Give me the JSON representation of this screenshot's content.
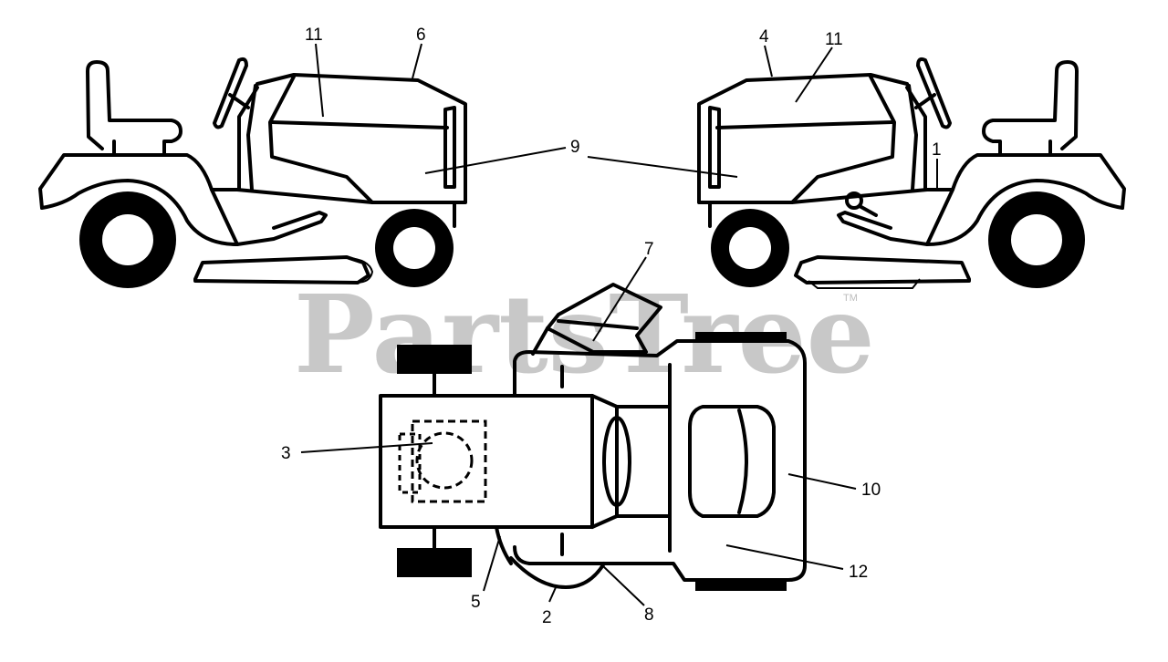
{
  "callouts": {
    "c11a": "11",
    "c6": "6",
    "c4": "4",
    "c11b": "11",
    "c9": "9",
    "c1": "1",
    "c7": "7",
    "c3": "3",
    "c10": "10",
    "c12": "12",
    "c5": "5",
    "c2": "2",
    "c8": "8"
  },
  "watermark": {
    "text": "PartsTree",
    "trademark": "TM",
    "color": "#c8c8c8"
  },
  "colors": {
    "line": "#000000",
    "background": "#ffffff"
  }
}
